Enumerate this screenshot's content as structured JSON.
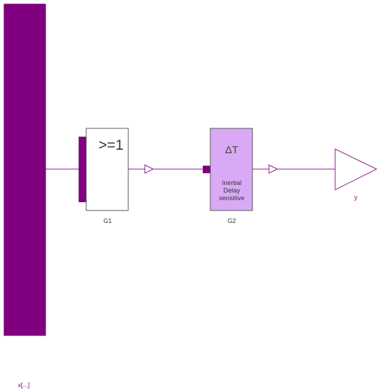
{
  "colors": {
    "signal": "#800080",
    "wire": "#8b1a8b",
    "block_border": "#555555",
    "g2_fill": "#d9a9f5",
    "label_text": "#333333"
  },
  "input_bus": {
    "label": "x[...]"
  },
  "blocks": {
    "g1": {
      "symbol": ">=1",
      "label": "G1"
    },
    "g2": {
      "symbol": "ΔT",
      "line1": "Inertial",
      "line2": "Delay",
      "line3": "sensitive",
      "label": "G2"
    }
  },
  "output": {
    "label": "y"
  }
}
